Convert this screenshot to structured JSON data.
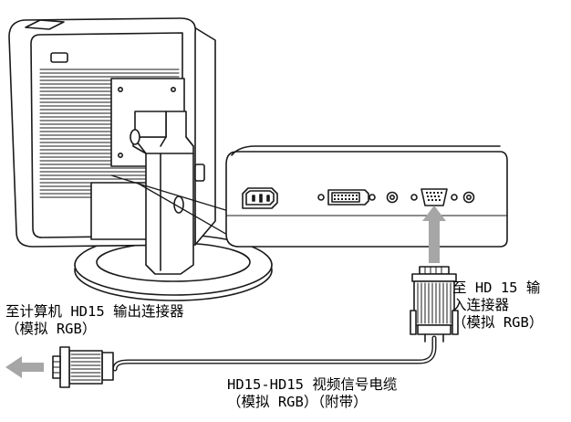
{
  "labels": {
    "to_input_line1": "至 HD 15 输",
    "to_input_line2": "入连接器",
    "to_input_line3": "（模拟 RGB）",
    "to_computer_line1": "至计算机 HD15 输出连接器",
    "to_computer_line2": "（模拟 RGB）",
    "cable_line1": "HD15-HD15 视频信号电缆",
    "cable_line2": "（模拟 RGB）（附带）"
  },
  "colors": {
    "line": "#1a1a1a",
    "fill": "#ffffff",
    "shade": "#d9d9d9",
    "arrow": "#a6a6a6"
  },
  "icons": {
    "power_port": "ac-power-inlet-icon",
    "dvi_port": "dvi-connector-icon",
    "vga_port": "hd15-connector-icon"
  }
}
